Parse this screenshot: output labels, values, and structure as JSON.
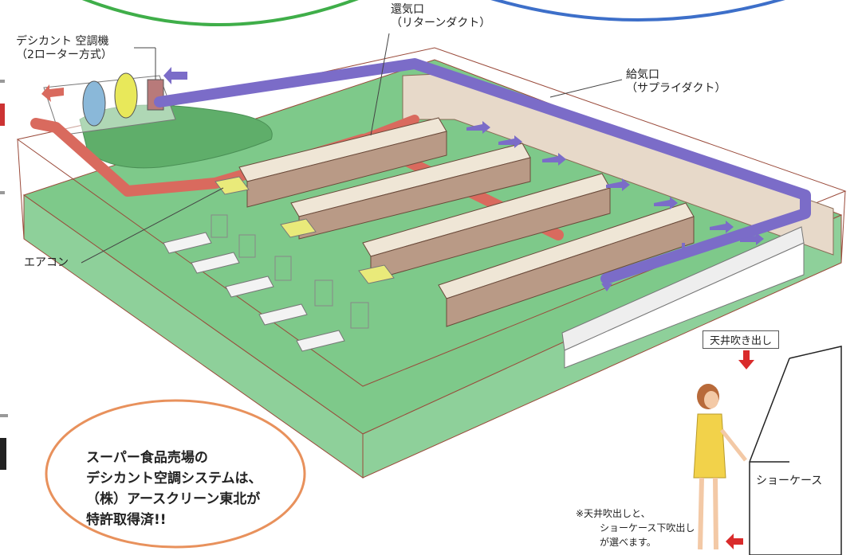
{
  "labels": {
    "desiccant_unit": {
      "line1": "デシカント 空調機",
      "line2": "（2ローター方式）"
    },
    "return_duct": {
      "line1": "還気口",
      "line2": "（リターンダクト）"
    },
    "supply_duct": {
      "line1": "給気口",
      "line2": "（サプライダクト）"
    },
    "air_conditioner": "エアコン",
    "ceiling_outlet": "天井吹き出し",
    "showcase": "ショーケース"
  },
  "callout": {
    "line1": "スーパー食品売場の",
    "line2": "デシカント空調システムは、",
    "line3": "（株）アースクリーン東北が",
    "line4": "特許取得済!!"
  },
  "note": {
    "line1": "※天井吹出しと、",
    "line2": "ショーケース下吹出し",
    "line3": "が選べます。"
  },
  "colors": {
    "floor": "#7ec98a",
    "return_duct": "#d96a5e",
    "supply_duct": "#7b6cc8",
    "callout_border": "#e8915c",
    "top_left_arc": "#3fae49",
    "top_right_arc": "#3d6fc9",
    "red_arrow": "#d92b2b"
  }
}
